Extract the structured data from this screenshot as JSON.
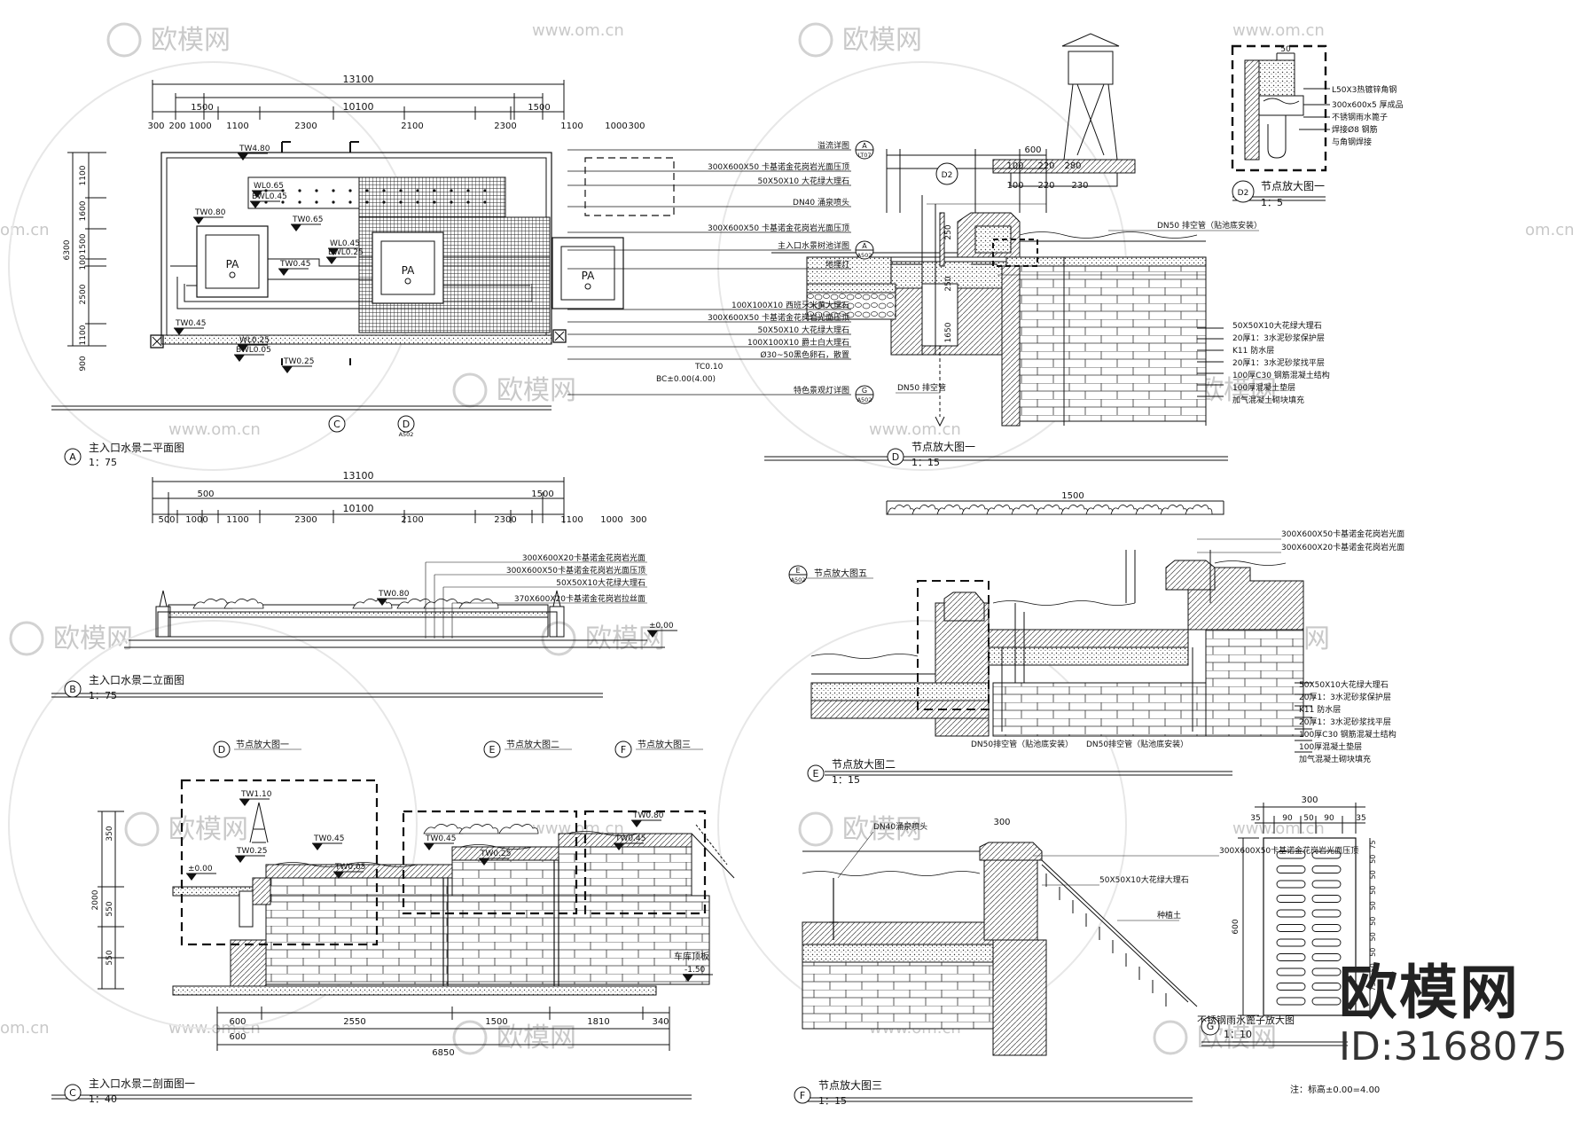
{
  "watermark": {
    "brand": "欧模网",
    "url": "www.om.cn",
    "short_url": "om.cn"
  },
  "stamp": {
    "brand": "欧模网",
    "id": "ID:3168075"
  },
  "panelA": {
    "letter": "A",
    "title": "主入口水景二平面图",
    "scale": "1：75",
    "dims_total": "13100",
    "dims_inner": "10100",
    "dims_top": [
      "1500",
      "1500"
    ],
    "dims_row": [
      "300",
      "200",
      "1000",
      "1100",
      "2300",
      "2100",
      "2300",
      "1100",
      "1000",
      "300"
    ],
    "dims_left": [
      "6300",
      "1100",
      "1600",
      "1500",
      "100",
      "2500",
      "1100",
      "900"
    ],
    "levels": [
      "TW4.80",
      "WL0.65",
      "BWL0.45",
      "TW0.80",
      "TW0.65",
      "WL0.45",
      "BWL0.25",
      "TW0.45",
      "TW0.45",
      "WL0.25",
      "BWL0.05",
      "TW0.25",
      "TC0.10",
      "BC±0.00",
      "(4.00)"
    ],
    "pa": "PA",
    "section_c": "C",
    "section_d": "D",
    "section_d_ref": "A502",
    "callouts": [
      {
        "text": "溢流详图",
        "ref": "A",
        "sheet": "LT07"
      },
      {
        "text": "300X600X50 卡基诺金花岗岩光面压顶"
      },
      {
        "text": "50X50X10 大花绿大理石"
      },
      {
        "text": "DN40 涌泉喷头"
      },
      {
        "text": "300X600X50 卡基诺金花岗岩光面压顶"
      },
      {
        "text": "主入口水景树池详图",
        "ref": "A",
        "sheet": "A502"
      },
      {
        "text": "地埋灯"
      },
      {
        "text": "100X100X10 西班牙米黄大理石"
      },
      {
        "text": "300X600X50 卡基诺金花岗岩光面压顶"
      },
      {
        "text": "50X50X10 大花绿大理石"
      },
      {
        "text": "100X100X10 爵士白大理石"
      },
      {
        "text": "Ø30~50黑色卵石，散置"
      },
      {
        "text": "特色景观灯详图",
        "ref": "G",
        "sheet": "A502"
      }
    ]
  },
  "panelB": {
    "letter": "B",
    "title": "主入口水景二立面图",
    "scale": "1：75",
    "dims_total": "13100",
    "dims_inner": "10100",
    "dims_top": [
      "500",
      "1500"
    ],
    "dims_row": [
      "500",
      "1000",
      "1100",
      "2300",
      "2100",
      "2300",
      "1100",
      "1000",
      "300"
    ],
    "levels": [
      "TW0.80",
      "±0.00"
    ],
    "callouts": [
      "300X600X20卡基诺金花岗岩光面",
      "300X600X50卡基诺金花岗岩光面压顶",
      "50X50X10大花绿大理石",
      "370X600X20卡基诺金花岗岩拉丝面"
    ]
  },
  "panelC": {
    "letter": "C",
    "title": "主入口水景二剖面图一",
    "scale": "1：40",
    "details": [
      {
        "ref": "D",
        "text": "节点放大图一"
      },
      {
        "ref": "E",
        "text": "节点放大图二"
      },
      {
        "ref": "F",
        "text": "节点放大图三"
      }
    ],
    "levels": [
      "TW1.10",
      "TW0.45",
      "TW0.25",
      "±0.00",
      "TW0.05",
      "TW0.45",
      "TW0.25",
      "TW0.80",
      "TW0.45",
      "-1.50"
    ],
    "label_garage": "车库顶板",
    "dims_bottom": [
      "600",
      "2550",
      "1500",
      "1810",
      "340"
    ],
    "dims_bottom2": [
      "600"
    ],
    "dims_total": "6850",
    "dims_left": [
      "2000",
      "350",
      "550",
      "550"
    ]
  },
  "panelD": {
    "letter": "D",
    "title": "节点放大图一",
    "scale": "1：15",
    "ref_d2": "D2",
    "dims": [
      "600",
      "100",
      "220",
      "280",
      "100",
      "220",
      "230",
      "250",
      "250",
      "1650"
    ],
    "pipe_top": "DN50 排空管（贴池底安装）",
    "pipe_bottom": "DN50 排空管",
    "layers": [
      "50X50X10大花绿大理石",
      "20厚1：3水泥砂浆保护层",
      "K11 防水层",
      "20厚1：3水泥砂浆找平层",
      "100厚C30 钢筋混凝土结构",
      "100厚混凝土垫层",
      "加气混凝土砌块填充"
    ]
  },
  "panelD2": {
    "ref": "D2",
    "title": "节点放大图一",
    "scale": "1：5",
    "dim": "50",
    "callouts": [
      "L50X3热镀锌角钢",
      "300x600x5 厚成品",
      "不锈钢雨水篦子",
      "焊接Ø8 钢筋",
      "与角钢焊接"
    ]
  },
  "panelE": {
    "letter": "E",
    "title": "节点放大图二",
    "scale": "1：15",
    "dim_top": "1500",
    "ref_detail": {
      "ref": "E",
      "sheet": "A502",
      "text": "节点放大图五"
    },
    "callouts_top": [
      "300X600X50卡基诺金花岗岩光面",
      "300X600X20卡基诺金花岗岩光面"
    ],
    "pipes": [
      "DN50排空管（贴池底安装）",
      "DN50排空管（贴池底安装）"
    ],
    "layers": [
      "50X50X10大花绿大理石",
      "20厚1：3水泥砂浆保护层",
      "K11 防水层",
      "20厚1：3水泥砂浆找平层",
      "100厚C30 钢筋混凝土结构",
      "100厚混凝土垫层",
      "加气混凝土砌块填充"
    ]
  },
  "panelF": {
    "letter": "F",
    "title": "节点放大图三",
    "scale": "1：15",
    "dim_top": "300",
    "callouts": [
      "DN40涌泉喷头",
      "300X600X50卡基诺金花岗岩光面压顶",
      "50X50X10大花绿大理石",
      "种植土"
    ]
  },
  "panelG": {
    "letter": "G",
    "title": "不锈钢雨水篦子放大图",
    "scale": "1：10",
    "dim_total": "300",
    "dims_top": [
      "35",
      "90",
      "50",
      "90",
      "35"
    ],
    "dim_side": "600",
    "dims_right": [
      "75",
      "50",
      "50",
      "50",
      "50",
      "50",
      "50",
      "50",
      "50",
      "75"
    ],
    "note": "注：标高±0.00=4.00"
  },
  "colors": {
    "line": "#111111",
    "watermark": "#c9c9c9",
    "hatch": "#555555"
  }
}
